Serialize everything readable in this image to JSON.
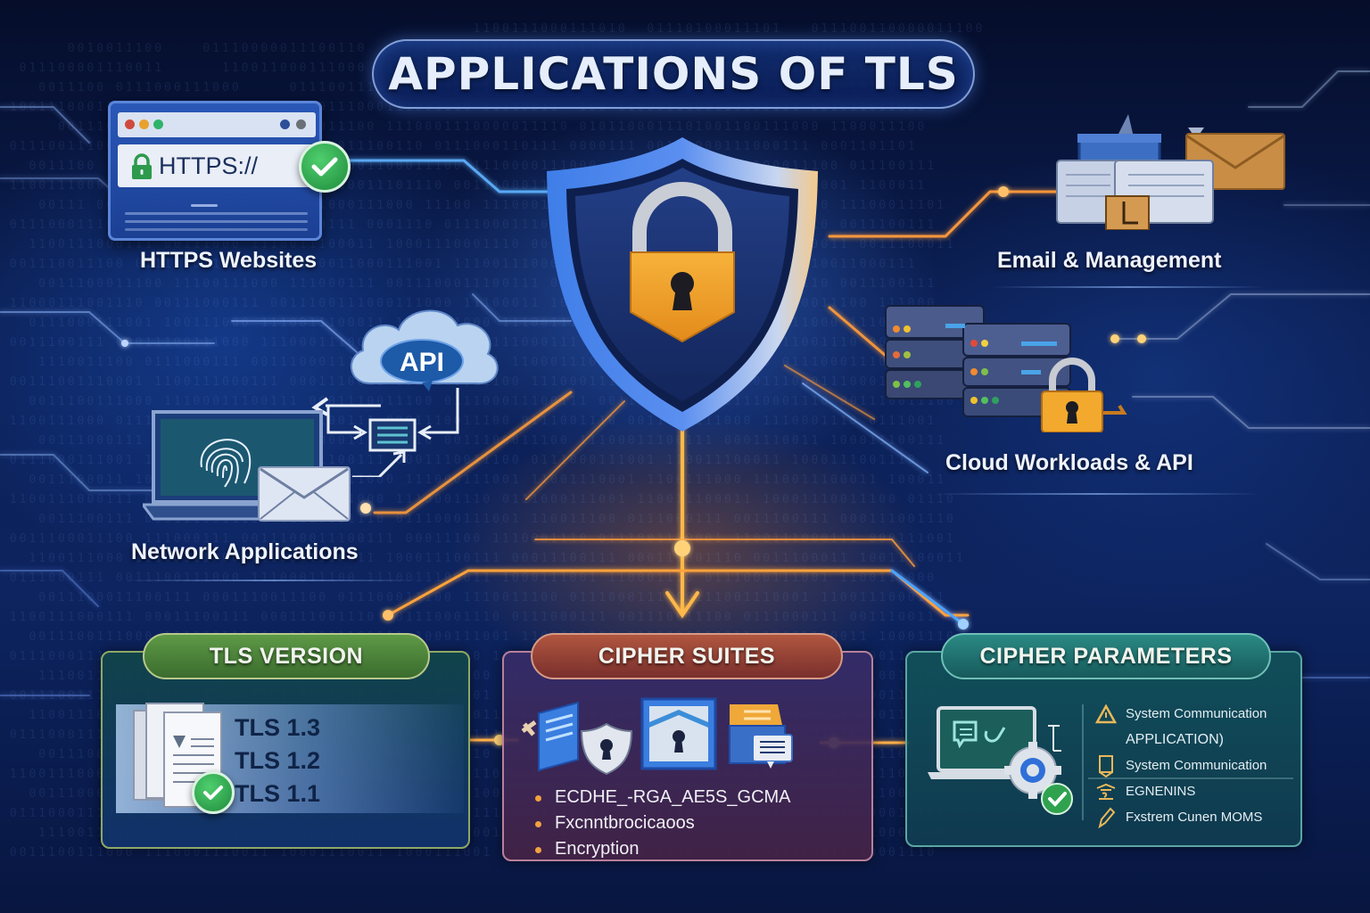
{
  "title": "APPLICATIONS OF TLS",
  "colors": {
    "background_dark": "#07133a",
    "background_blue": "#0d2460",
    "accent_orange": "#f5a623",
    "accent_blue_glow": "#4aa3ff",
    "lock_gold": "#f2a72e",
    "check_green": "#2fa24f",
    "tls_version_green": "#4e8a3a",
    "cipher_suites_red": "#9c4a3c",
    "cipher_params_teal": "#1f6e6a"
  },
  "center": {
    "icon": "shield-lock-icon"
  },
  "applications": [
    {
      "id": "https",
      "label": "HTTPS Websites",
      "icon": "browser-icon",
      "url_text": "HTTPS://"
    },
    {
      "id": "email",
      "label": "Email & Management",
      "icon": "email-documents-icon"
    },
    {
      "id": "network",
      "label": "Network Applications",
      "icon": "laptop-fingerprint-icon",
      "cloud_text": "API"
    },
    {
      "id": "cloud",
      "label": "Cloud Workloads & API",
      "icon": "server-lock-icon"
    }
  ],
  "panels": {
    "tls_version": {
      "title": "TLS VERSION",
      "versions": [
        "TLS 1.3",
        "TLS 1.2",
        "TLS 1.1"
      ]
    },
    "cipher_suites": {
      "title": "CIPHER SUITES",
      "items": [
        "ECDHE_-RGA_AE5S_GCMA",
        "Fxcnntbrocicaoos",
        "Encryption"
      ]
    },
    "cipher_parameters": {
      "title": "CIPHER PARAMETERS",
      "items": [
        {
          "icon": "warning-icon",
          "text": "System Communication"
        },
        {
          "icon": "",
          "text": "APPLICATION)"
        },
        {
          "icon": "device-icon",
          "text": "System Communication"
        },
        {
          "icon": "handshake-icon",
          "text": "EGNENINS"
        },
        {
          "icon": "pen-icon",
          "text": "Fxstrem Cunen MOMS"
        }
      ]
    }
  }
}
